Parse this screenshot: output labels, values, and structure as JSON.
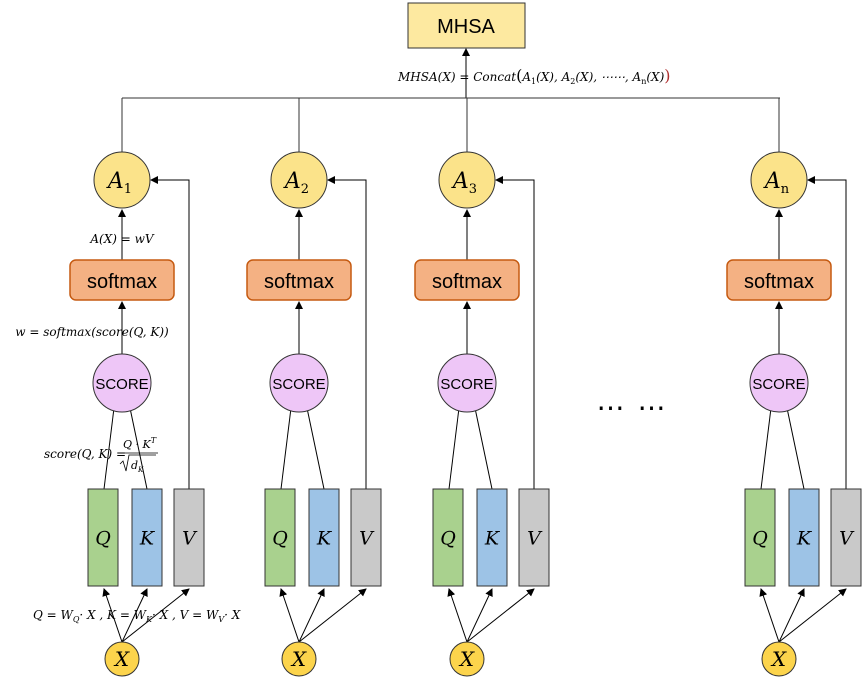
{
  "top": {
    "title": "MHSA",
    "formula_main": "MHSA(X) = Concat",
    "formula_args_1": "A",
    "formula_sub_1": "1",
    "formula_args_2": "(X), A",
    "formula_sub_2": "2",
    "formula_args_3": "(X), ⋯⋯, A",
    "formula_sub_3": "n",
    "formula_args_4": "(X)",
    "formula_open": "(",
    "formula_close": ")"
  },
  "heads": [
    {
      "a_label": "A",
      "a_sub": "1",
      "softmax": "softmax",
      "score": "SCORE",
      "q": "Q",
      "k": "K",
      "v": "V",
      "x": "X"
    },
    {
      "a_label": "A",
      "a_sub": "2",
      "softmax": "softmax",
      "score": "SCORE",
      "q": "Q",
      "k": "K",
      "v": "V",
      "x": "X"
    },
    {
      "a_label": "A",
      "a_sub": "3",
      "softmax": "softmax",
      "score": "SCORE",
      "q": "Q",
      "k": "K",
      "v": "V",
      "x": "X"
    },
    {
      "a_label": "A",
      "a_sub": "n",
      "softmax": "softmax",
      "score": "SCORE",
      "q": "Q",
      "k": "K",
      "v": "V",
      "x": "X"
    }
  ],
  "annotations": {
    "ax_eq": "A(X) = wV",
    "w_eq": "w = softmax(score(Q, K))",
    "score_lhs": "score(Q, K) =",
    "score_num": "Q · K",
    "score_num_sup": "T",
    "score_den": "d",
    "score_den_sub": "K",
    "qkv_eq_1": "Q = W",
    "qkv_sub_q": "Q",
    "qkv_eq_2": "· X , K = W",
    "qkv_sub_k": "K",
    "qkv_eq_3": "· X , V = W",
    "qkv_sub_v": "V",
    "qkv_eq_4": "· X"
  },
  "ellipsis": "⋯ ⋯",
  "colors": {
    "mhsa_fill": "#fde9a0",
    "circle_fill": "#fbe38a",
    "softmax_fill": "#f4b183",
    "softmax_stroke": "#c55a11",
    "score_fill": "#eec6f7",
    "q_fill": "#a9d18e",
    "k_fill": "#9dc3e6",
    "v_fill": "#c9c9c9",
    "x_fill": "#fcd44c"
  }
}
